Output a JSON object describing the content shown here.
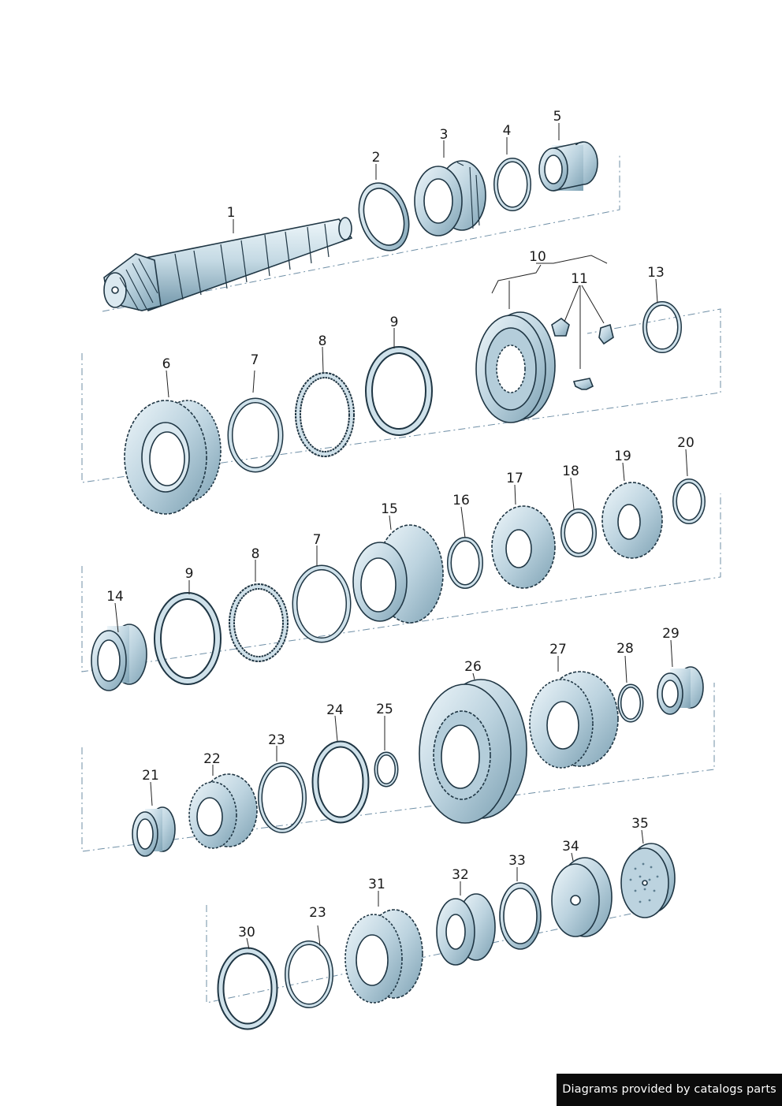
{
  "parts": [
    {
      "ref": "1",
      "name": "shaft"
    },
    {
      "ref": "2",
      "name": "shim"
    },
    {
      "ref": "3",
      "name": "taper-roller-bearing"
    },
    {
      "ref": "4",
      "name": "circlip"
    },
    {
      "ref": "5",
      "name": "needle-bearing"
    },
    {
      "ref": "6",
      "name": "gear"
    },
    {
      "ref": "7",
      "name": "synchro-ring"
    },
    {
      "ref": "8",
      "name": "synchro-ring"
    },
    {
      "ref": "9",
      "name": "synchro-ring"
    },
    {
      "ref": "10",
      "name": "synchro-hub-assembly"
    },
    {
      "ref": "11",
      "name": "locking-piece"
    },
    {
      "ref": "13",
      "name": "circlip"
    },
    {
      "ref": "14",
      "name": "needle-bearing"
    },
    {
      "ref": "9",
      "name": "synchro-ring"
    },
    {
      "ref": "8",
      "name": "synchro-ring"
    },
    {
      "ref": "7",
      "name": "synchro-ring"
    },
    {
      "ref": "15",
      "name": "gear"
    },
    {
      "ref": "16",
      "name": "circlip"
    },
    {
      "ref": "17",
      "name": "gear"
    },
    {
      "ref": "18",
      "name": "circlip"
    },
    {
      "ref": "19",
      "name": "gear"
    },
    {
      "ref": "20",
      "name": "circlip"
    },
    {
      "ref": "21",
      "name": "needle-bearing"
    },
    {
      "ref": "22",
      "name": "gear"
    },
    {
      "ref": "23",
      "name": "circlip"
    },
    {
      "ref": "24",
      "name": "synchro-ring"
    },
    {
      "ref": "25",
      "name": "circlip"
    },
    {
      "ref": "26",
      "name": "synchro-hub"
    },
    {
      "ref": "27",
      "name": "gear"
    },
    {
      "ref": "28",
      "name": "circlip"
    },
    {
      "ref": "29",
      "name": "needle-bearing"
    },
    {
      "ref": "30",
      "name": "synchro-ring"
    },
    {
      "ref": "23",
      "name": "circlip"
    },
    {
      "ref": "31",
      "name": "gear"
    },
    {
      "ref": "32",
      "name": "ball-bearing"
    },
    {
      "ref": "33",
      "name": "shim"
    },
    {
      "ref": "34",
      "name": "bearing-plate"
    },
    {
      "ref": "35",
      "name": "magnet-disc"
    }
  ],
  "credit": "Diagrams provided by catalogs parts",
  "colors": {
    "part_fill": "#cfe1ea",
    "part_shade": "#8fb2c2",
    "outline": "#1f3644",
    "frame": "#6f8fa6"
  }
}
